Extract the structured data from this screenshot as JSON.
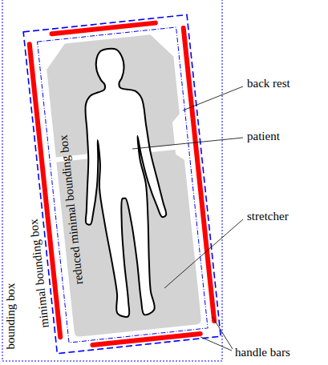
{
  "diagram": {
    "labels": [
      "back rest",
      "patient",
      "stretcher",
      "handle bars",
      "minimal bounding box",
      "reduced minimal bounding box",
      "bounding box"
    ]
  }
}
